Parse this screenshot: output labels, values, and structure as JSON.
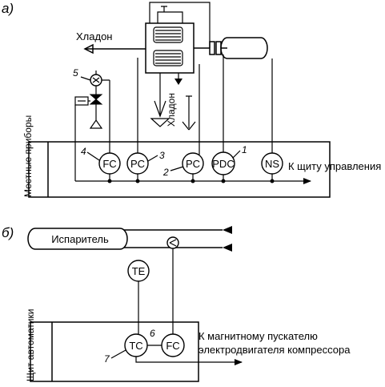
{
  "diagram_a": {
    "section_label": "а)",
    "freon_left_label": "Хладон",
    "freon_vertical_label": "Хладон",
    "panel_label": "Местные приборы",
    "output_label": "К щиту управления",
    "instruments": [
      {
        "tag": "FC",
        "number": "4"
      },
      {
        "tag": "PC",
        "number": "3"
      },
      {
        "tag": "PC",
        "number": "2"
      },
      {
        "tag": "PDC",
        "number": "1"
      },
      {
        "tag": "NS",
        "number": ""
      }
    ],
    "valve_number": "5"
  },
  "diagram_b": {
    "section_label": "б)",
    "evaporator_label": "Испаритель",
    "panel_label": "Щит автоматики",
    "sensor_tag": "TE",
    "controllers": [
      {
        "tag": "TC",
        "number": "7"
      },
      {
        "tag": "FC",
        "number": "6"
      }
    ],
    "output_label_line1": "К магнитному пускателю",
    "output_label_line2": "электродвигателя компрессора"
  }
}
